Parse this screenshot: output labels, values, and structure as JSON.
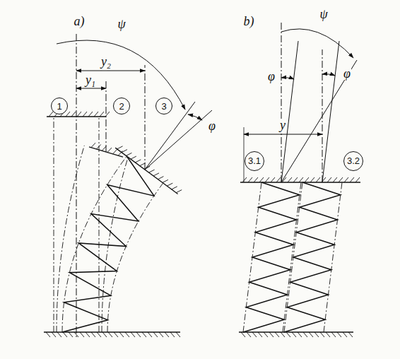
{
  "diagram": {
    "nodes": [
      {
        "text": [
          "1"
        ]
      },
      {
        "text": [
          "2"
        ]
      },
      {
        "text": [
          "3"
        ]
      },
      {
        "text": [
          "3.1"
        ]
      },
      {
        "text": [
          "3.2"
        ]
      }
    ],
    "edges": [],
    "labels": [
      "a)",
      "ψ",
      "y₂",
      "y₁",
      "φ",
      "b)",
      "ψ",
      "φ",
      "φ",
      "y"
    ]
  }
}
